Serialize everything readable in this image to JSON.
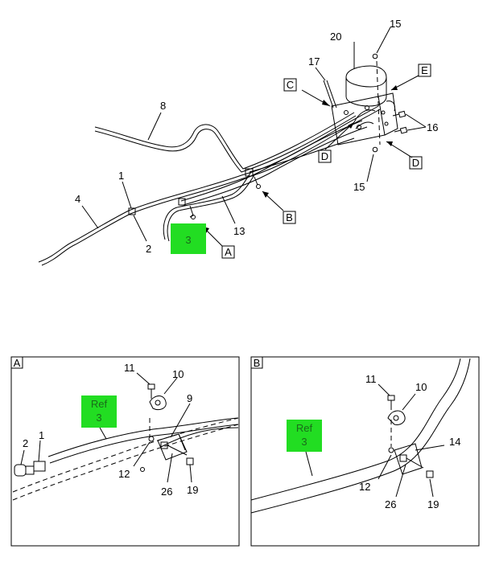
{
  "main_view": {
    "labels": {
      "n1": "1",
      "n2": "2",
      "n4": "4",
      "n8": "8",
      "n13": "13",
      "n15a": "15",
      "n15b": "15",
      "n16": "16",
      "n17": "17",
      "n20": "20",
      "highlight": "3"
    },
    "callouts": {
      "A": "A",
      "B": "B",
      "C": "C",
      "D1": "D",
      "D2": "D",
      "E": "E"
    }
  },
  "detail_a": {
    "tag": "A",
    "ref_line1": "Ref",
    "ref_line2": "3",
    "labels": {
      "n1": "1",
      "n2": "2",
      "n9": "9",
      "n10": "10",
      "n11": "11",
      "n12": "12",
      "n19": "19",
      "n26": "26"
    }
  },
  "detail_b": {
    "tag": "B",
    "ref_line1": "Ref",
    "ref_line2": "3",
    "labels": {
      "n10": "10",
      "n11": "11",
      "n12": "12",
      "n14": "14",
      "n19": "19",
      "n26": "26"
    }
  },
  "colors": {
    "highlight_fill": "#22dd22",
    "highlight_text": "#1a6b1a",
    "line": "#000000"
  }
}
